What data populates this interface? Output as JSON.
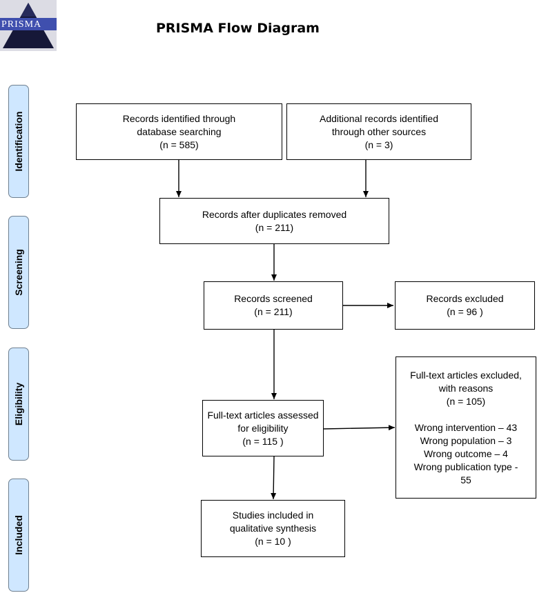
{
  "logo": {
    "text": "PRISMA"
  },
  "title": "PRISMA Flow Diagram",
  "stages": [
    "Identification",
    "Screening",
    "Eligibility",
    "Included"
  ],
  "boxes": {
    "database_search": {
      "line1": "Records identified through",
      "line2": "database searching",
      "count": "(n = 585)"
    },
    "other_sources": {
      "line1": "Additional records identified",
      "line2": "through other sources",
      "count": "(n = 3)"
    },
    "duplicates_removed": {
      "line1": "Records after duplicates removed",
      "count": "(n = 211)"
    },
    "screened": {
      "line1": "Records screened",
      "count": "(n = 211)"
    },
    "excluded": {
      "line1": "Records excluded",
      "count": "(n = 96 )"
    },
    "fulltext_assessed": {
      "line1": "Full-text articles assessed",
      "line2": "for eligibility",
      "count": "(n =  115 )"
    },
    "fulltext_excluded": {
      "line1": "Full-text articles excluded,",
      "line2": "with reasons",
      "count": "(n = 105)",
      "reasons": [
        "Wrong intervention – 43",
        "Wrong population – 3",
        "Wrong outcome – 4",
        "Wrong publication type -",
        "55"
      ]
    },
    "included": {
      "line1": "Studies included in",
      "line2": "qualitative synthesis",
      "count": "(n =  10 )"
    }
  }
}
